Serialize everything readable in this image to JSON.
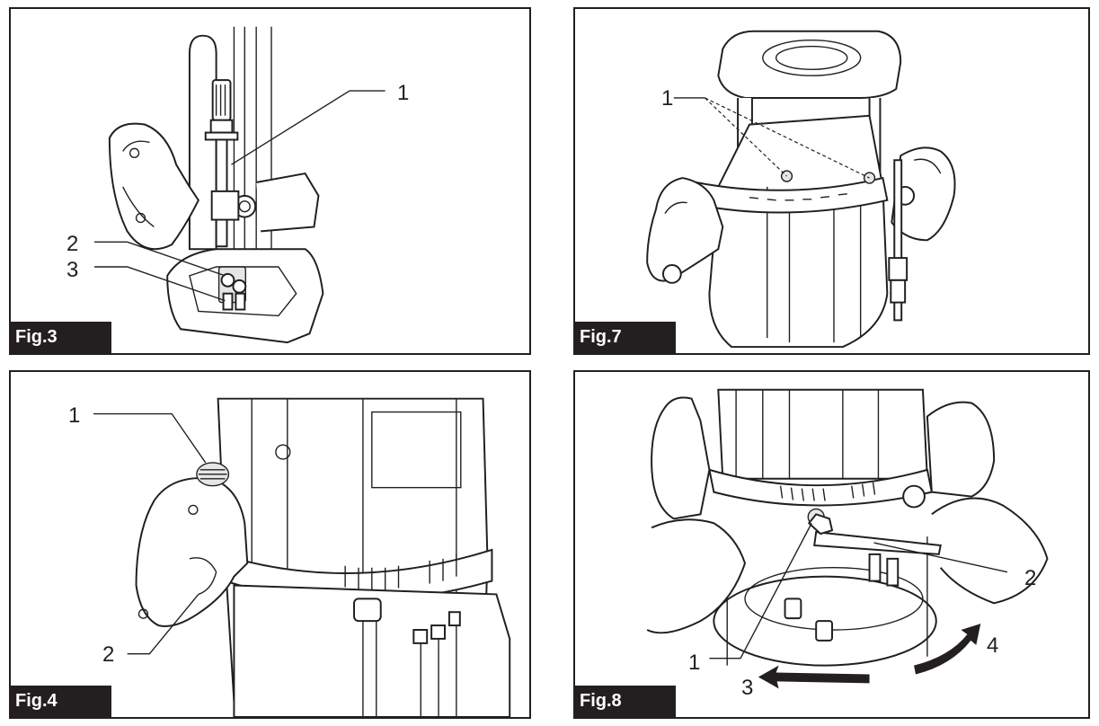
{
  "figures": [
    {
      "id": "fig3",
      "label": "Fig.3",
      "callouts": [
        "1",
        "2",
        "3"
      ]
    },
    {
      "id": "fig7",
      "label": "Fig.7",
      "callouts": [
        "1"
      ]
    },
    {
      "id": "fig4",
      "label": "Fig.4",
      "callouts": [
        "1",
        "2"
      ]
    },
    {
      "id": "fig8",
      "label": "Fig.8",
      "callouts": [
        "1",
        "2",
        "3",
        "4"
      ]
    }
  ],
  "colors": {
    "ink": "#231f20",
    "paper": "#ffffff"
  }
}
